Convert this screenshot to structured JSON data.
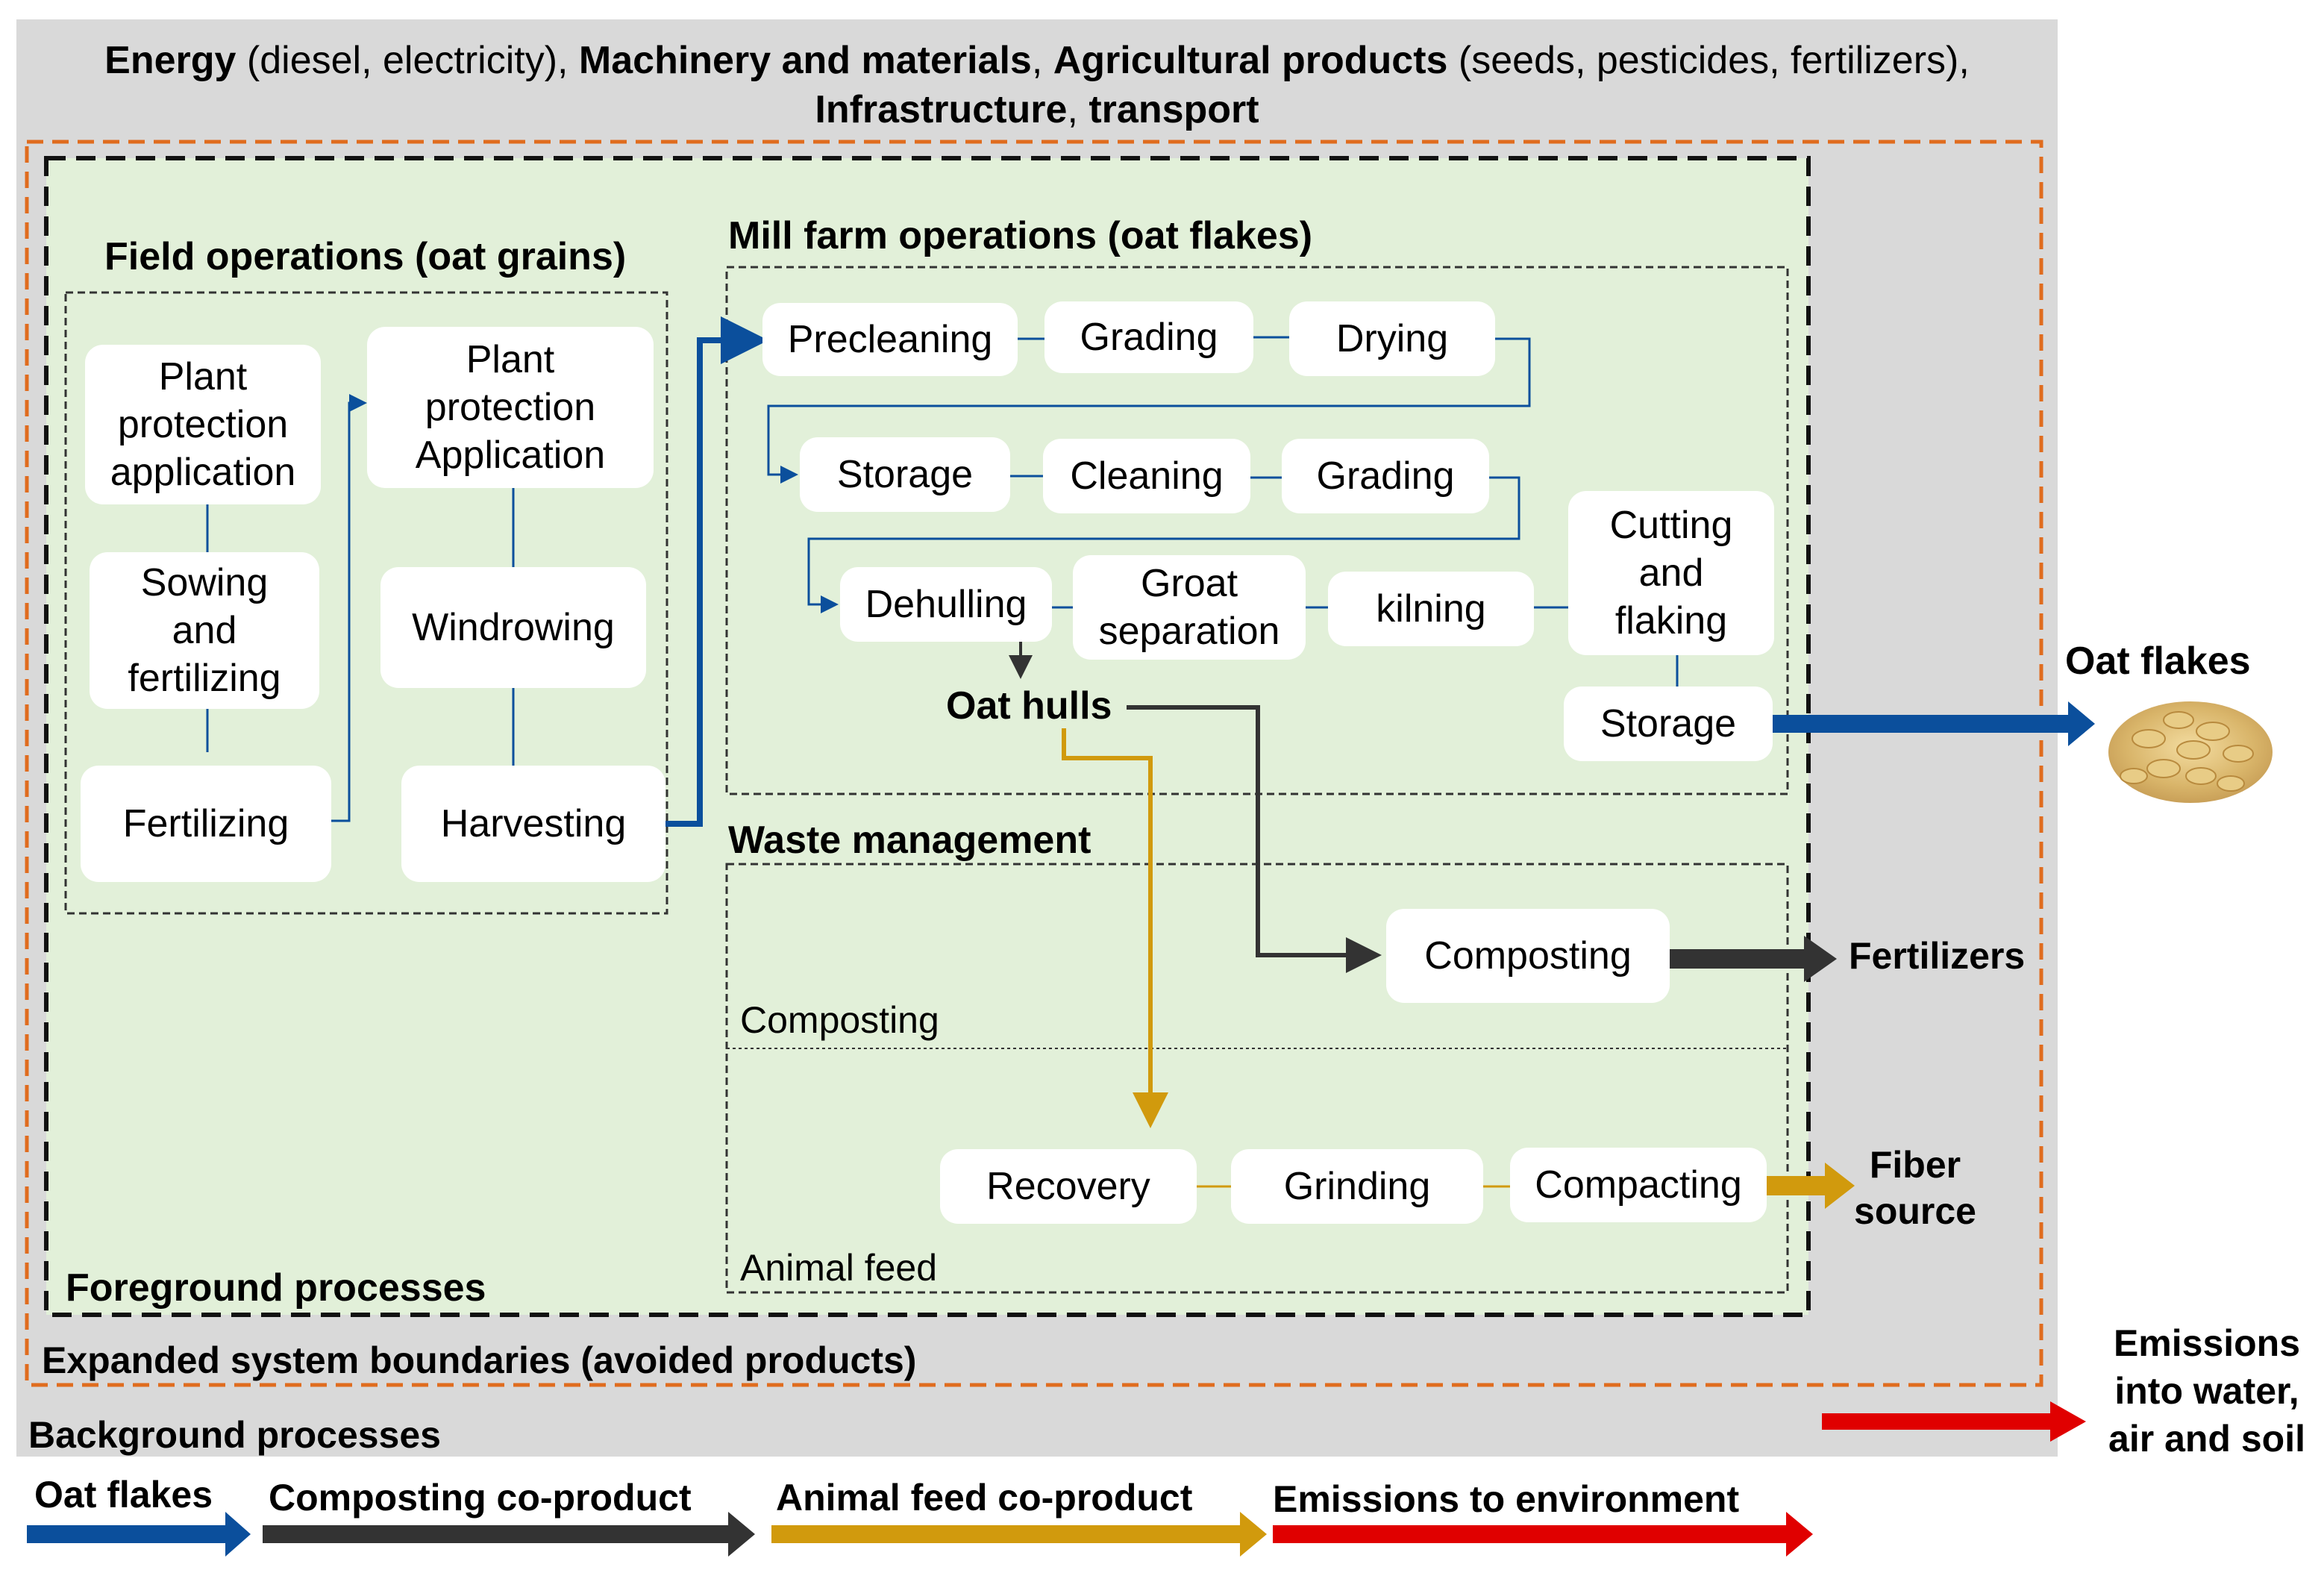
{
  "header": {
    "energy": "Energy",
    "energy_detail": " (diesel, electricity), ",
    "machinery": "Machinery and materials",
    "comma1": ", ",
    "agri": "Agricultural products",
    "agri_detail": " (seeds, pesticides, fertilizers), ",
    "infra": "Infrastructure",
    "comma2": ", ",
    "transport": "transport"
  },
  "sections": {
    "field": "Field operations (oat grains)",
    "mill": "Mill farm operations (oat flakes)",
    "waste": "Waste management",
    "composting_zone": "Composting",
    "animal_feed_zone": "Animal feed",
    "foreground": "Foreground processes",
    "expanded": "Expanded system boundaries (avoided products)",
    "background": "Background processes"
  },
  "field_boxes": {
    "plant_protection_1": "Plant\nprotection\napplication",
    "sowing": "Sowing\nand\nfertilizing",
    "fertilizing": "Fertilizing",
    "plant_protection_2": "Plant\nprotection\nApplication",
    "windrowing": "Windrowing",
    "harvesting": "Harvesting"
  },
  "mill_boxes": {
    "precleaning": "Precleaning",
    "grading1": "Grading",
    "drying": "Drying",
    "storage1": "Storage",
    "cleaning": "Cleaning",
    "grading2": "Grading",
    "dehulling": "Dehulling",
    "groat": "Groat\nseparation",
    "kilning": "kilning",
    "cutting": "Cutting\nand\nflaking",
    "storage2": "Storage"
  },
  "oat_hulls": "Oat hulls",
  "waste_boxes": {
    "composting": "Composting",
    "recovery": "Recovery",
    "grinding": "Grinding",
    "compacting": "Compacting"
  },
  "outputs": {
    "oat_flakes": "Oat flakes",
    "fertilizers": "Fertilizers",
    "fiber_source": "Fiber\nsource",
    "emissions": "Emissions\ninto water,\nair and soil"
  },
  "legend": {
    "oat_flakes": "Oat flakes",
    "composting": "Composting co-product",
    "animal_feed": "Animal feed co-product",
    "emissions": "Emissions to environment"
  },
  "colors": {
    "background_gray": "#d9d9d9",
    "foreground_green": "#e2f0d9",
    "expanded_border": "#e06c1e",
    "oat_flow_blue": "#0b4f9c",
    "composting_dark": "#333333",
    "animal_feed_gold": "#d19a0d",
    "emissions_red": "#e00000"
  }
}
